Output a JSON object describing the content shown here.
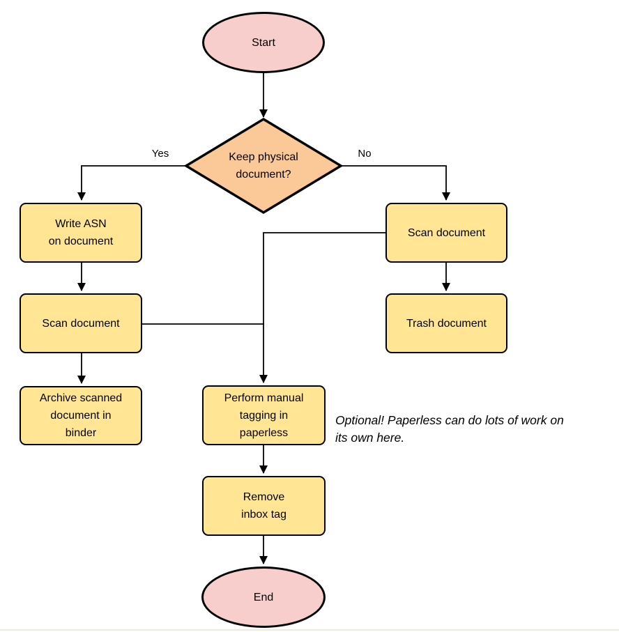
{
  "diagram": {
    "nodes": {
      "start": {
        "label": "Start",
        "type": "terminal"
      },
      "decision": {
        "label": "Keep physical\ndocument?",
        "type": "decision"
      },
      "write_asn": {
        "label": "Write ASN\non document",
        "type": "process"
      },
      "scan_left": {
        "label": "Scan document",
        "type": "process"
      },
      "archive_binder": {
        "label": "Archive scanned\ndocument in\nbinder",
        "type": "process"
      },
      "scan_right": {
        "label": "Scan document",
        "type": "process"
      },
      "trash": {
        "label": "Trash document",
        "type": "process"
      },
      "manual_tagging": {
        "label": "Perform manual\ntagging in\npaperless",
        "type": "process"
      },
      "remove_inbox_tag": {
        "label": "Remove\ninbox tag",
        "type": "process"
      },
      "end": {
        "label": "End",
        "type": "terminal"
      }
    },
    "edge_labels": {
      "yes": "Yes",
      "no": "No"
    },
    "note": "Optional! Paperless can do lots of work on\nits own here.",
    "colors": {
      "terminal_fill": "#F8CECC",
      "decision_fill": "#FBC997",
      "process_fill": "#FFE594",
      "stroke": "#000000"
    }
  }
}
